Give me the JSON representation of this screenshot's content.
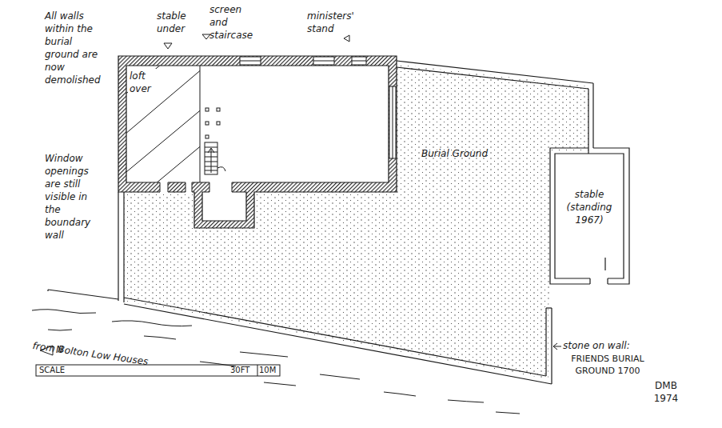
{
  "diagram": {
    "nodes": [
      {
        "text": [
          "loft over"
        ]
      },
      {
        "text": [
          "stable (standing 1967)"
        ]
      }
    ],
    "labels": [
      "All walls within the burial ground are now demolished",
      "Window openings are still visible in the boundary wall",
      "stable under",
      "screen and staircase",
      "ministers' stand",
      "Burial Ground",
      "from Bolton Low Houses",
      "N",
      "SCALE",
      "30FT",
      "10M",
      "stone on wall:",
      "FRIENDS BURIAL GROUND 1700",
      "DMB 1974"
    ]
  }
}
